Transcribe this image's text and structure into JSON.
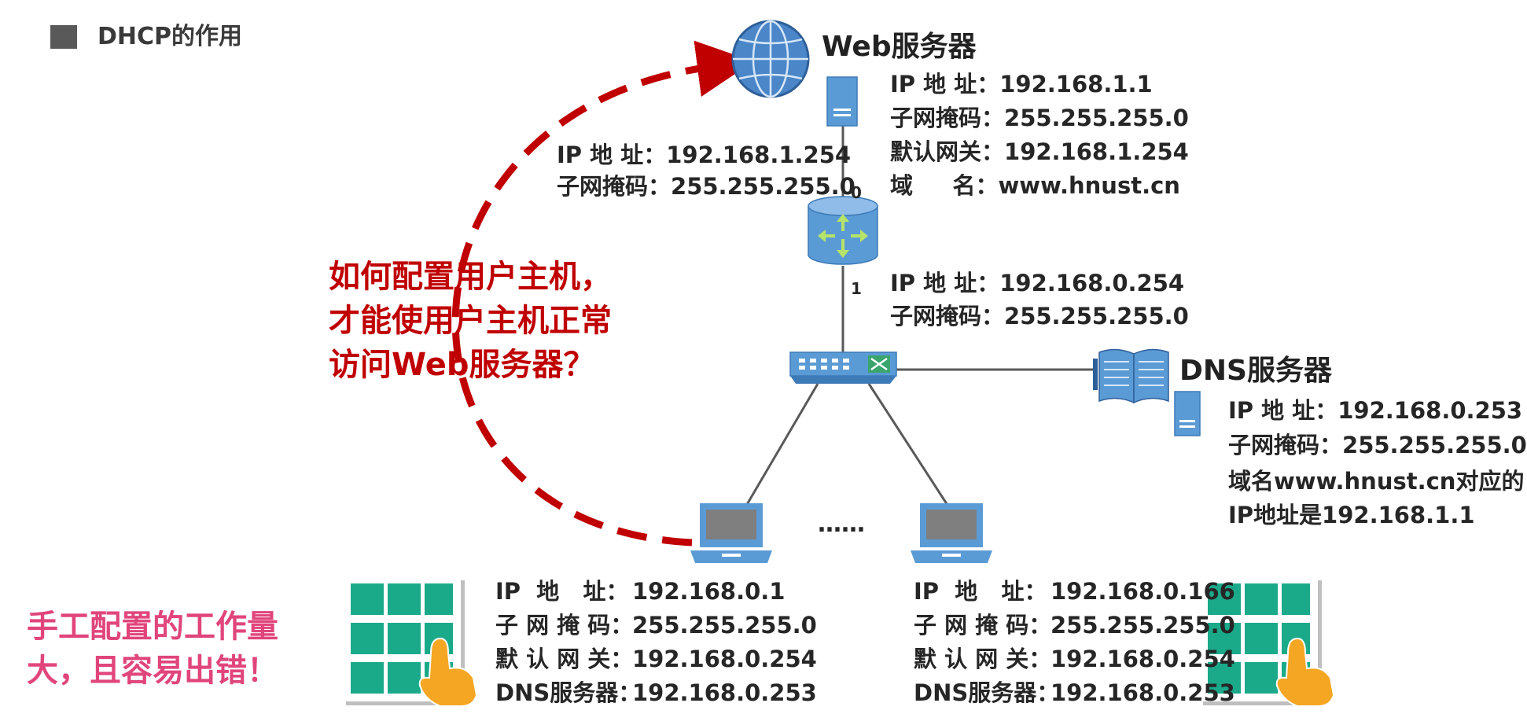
{
  "header": {
    "title": "DHCP的作用"
  },
  "web_server": {
    "title": "Web服务器",
    "ip_label": "IP 地 址：",
    "ip": "192.168.1.1",
    "mask_label": "子网掩码：",
    "mask": "255.255.255.0",
    "gateway_label": "默认网关：",
    "gateway": "192.168.1.254",
    "domain_label": "域     名：",
    "domain": "www.hnust.cn"
  },
  "router": {
    "port0": "0",
    "port1": "1",
    "if0": {
      "ip_label": "IP 地 址：",
      "ip": "192.168.1.254",
      "mask_label": "子网掩码：",
      "mask": "255.255.255.0"
    },
    "if1": {
      "ip_label": "IP 地 址：",
      "ip": "192.168.0.254",
      "mask_label": "子网掩码：",
      "mask": "255.255.255.0"
    }
  },
  "dns_server": {
    "title": "DNS服务器",
    "ip_label": "IP 地 址：",
    "ip": "192.168.0.253",
    "mask_label": "子网掩码：",
    "mask": "255.255.255.0",
    "note_line1": "域名www.hnust.cn对应的",
    "note_line2": "IP地址是192.168.1.1"
  },
  "ellipsis": "……",
  "question": {
    "line1": "如何配置用户主机，",
    "line2": "才能使用户主机正常",
    "line3": "访问Web服务器？"
  },
  "host1": {
    "ip_label": "IP  地   址：",
    "ip": "192.168.0.1",
    "mask_label": "子 网 掩 码：",
    "mask": "255.255.255.0",
    "gateway_label": "默 认 网 关：",
    "gateway": "192.168.0.254",
    "dns_label": "DNS服务器：",
    "dns": "192.168.0.253"
  },
  "host2": {
    "ip_label": "IP  地   址：",
    "ip": "192.168.0.166",
    "mask_label": "子 网 掩 码：",
    "mask": "255.255.255.0",
    "gateway_label": "默 认 网 关：",
    "gateway": "192.168.0.254",
    "dns_label": "DNS服务器：",
    "dns": "192.168.0.253"
  },
  "warning": {
    "line1": "手工配置的工作量",
    "line2": "大，且容易出错！"
  },
  "colors": {
    "device_blue": "#5b9bd5",
    "question_red": "#c00000",
    "warning_pink": "#e0457b",
    "keypad_green": "#1aaa8a",
    "hand_orange": "#f5a623",
    "line_gray": "#595959"
  }
}
